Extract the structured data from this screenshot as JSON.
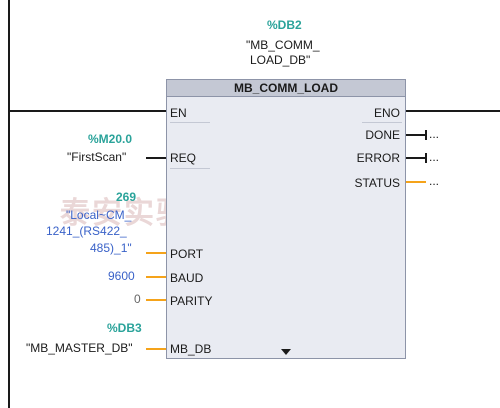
{
  "instance": {
    "address": "%DB2",
    "name_line1": "\"MB_COMM_",
    "name_line2": "LOAD_DB\""
  },
  "block": {
    "title": "MB_COMM_LOAD"
  },
  "pins_in": {
    "en": "EN",
    "req": "REQ",
    "port": "PORT",
    "baud": "BAUD",
    "parity": "PARITY",
    "mb_db": "MB_DB"
  },
  "pins_out": {
    "eno": "ENO",
    "done": "DONE",
    "error": "ERROR",
    "status": "STATUS"
  },
  "inputs": {
    "req_address": "%M20.0",
    "req_symbol": "\"FirstScan\"",
    "port_value": "269",
    "port_line1": "\"Local~CM_",
    "port_line2": "1241_(RS422_",
    "port_line3": "485)_1\"",
    "baud_value": "9600",
    "parity_value": "0",
    "mbdb_address": "%DB3",
    "mbdb_symbol": "\"MB_MASTER_DB\""
  },
  "outputs": {
    "done_value": "...",
    "error_value": "...",
    "status_value": "..."
  },
  "watermark": "泰安实验设备有限公司",
  "colors": {
    "teal": "#2aa39a",
    "blue": "#3a62c8",
    "orange": "#f5a31a",
    "block_header": "#c4c8d4",
    "block_body": "#e9ebf2"
  }
}
